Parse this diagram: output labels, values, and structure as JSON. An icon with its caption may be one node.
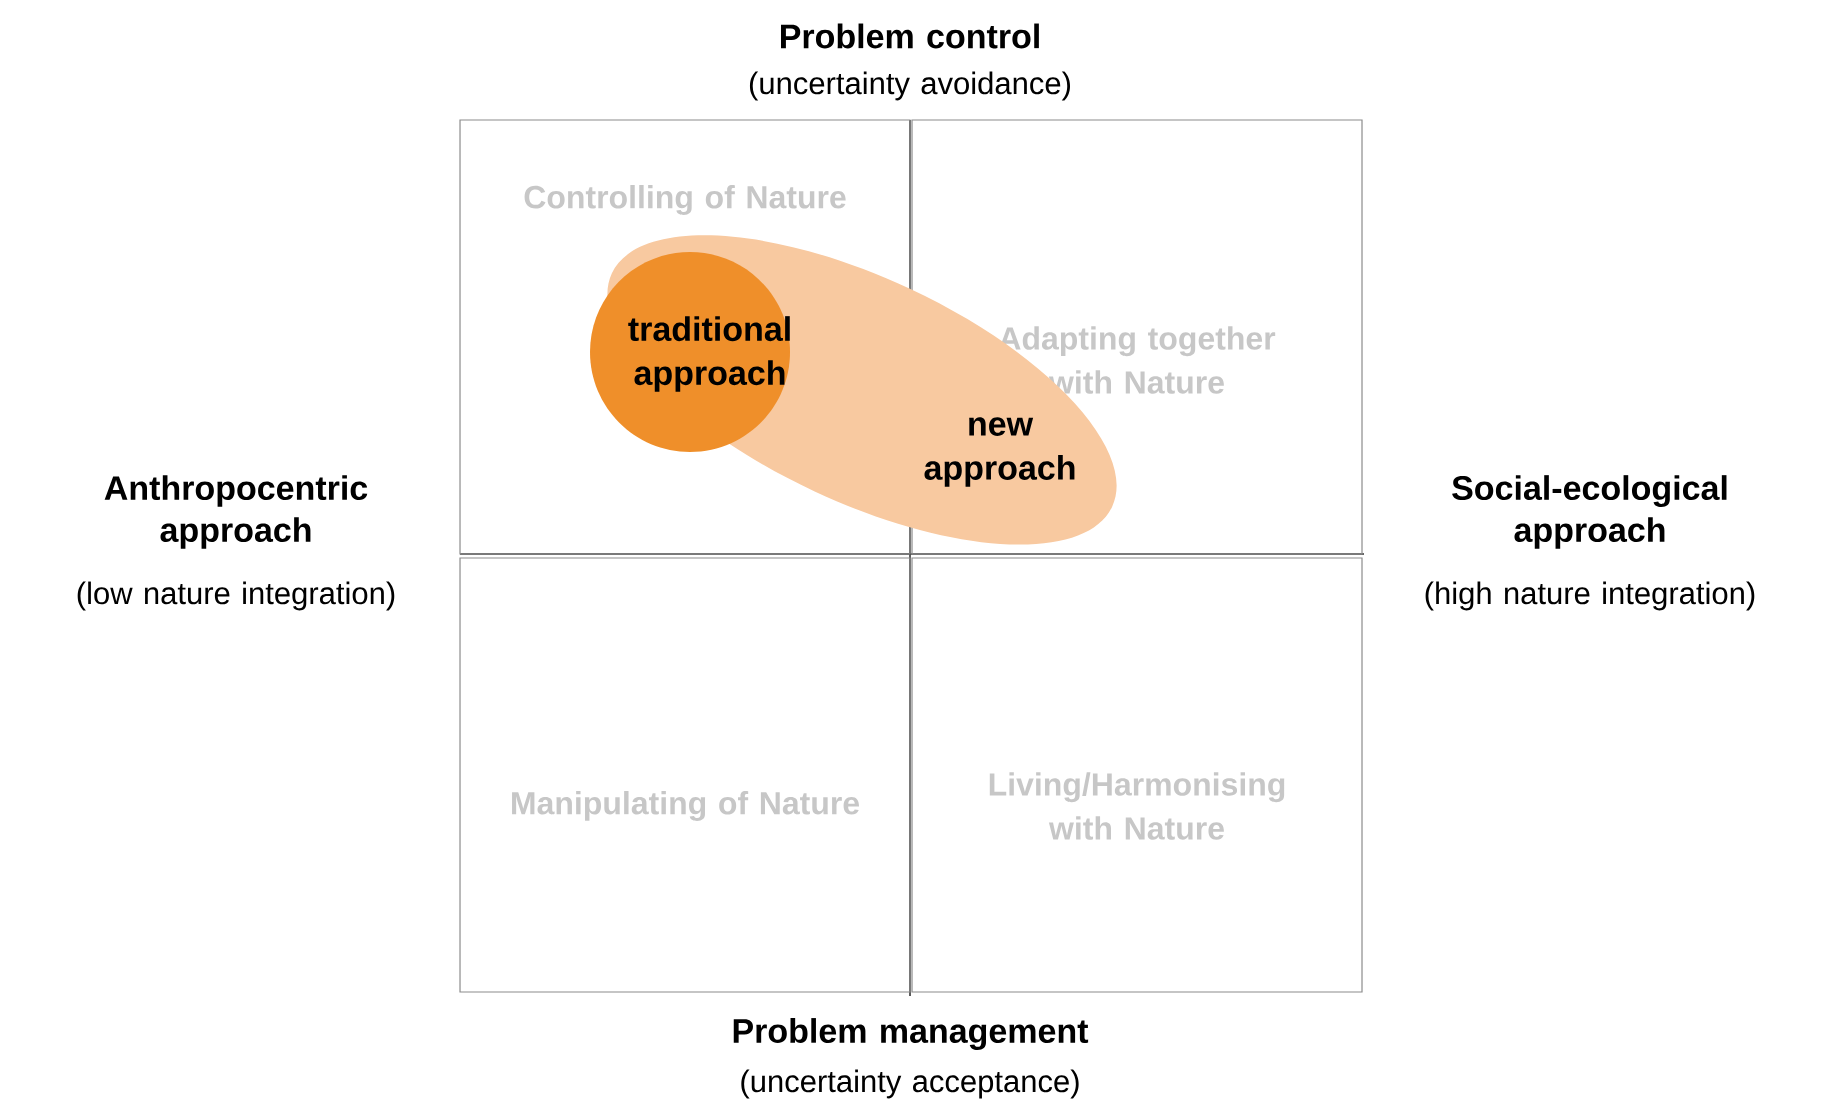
{
  "diagram": {
    "nodes": [
      {
        "text": [
          "Controlling of Nature"
        ]
      },
      {
        "text": [
          "Adapting together with Nature"
        ]
      },
      {
        "text": [
          "Manipulating of Nature"
        ]
      },
      {
        "text": [
          "Living/Harmonising with Nature"
        ]
      },
      {
        "text": [
          "new approach"
        ]
      },
      {
        "text": [
          "traditional approach"
        ],
        "in": 4
      }
    ],
    "labels": [
      "Problem control",
      "(uncertainty avoidance)",
      "Anthropocentric approach",
      "(low nature integration)",
      "Social-ecological approach",
      "(high nature integration)",
      "Problem management",
      "(uncertainty acceptance)"
    ]
  }
}
